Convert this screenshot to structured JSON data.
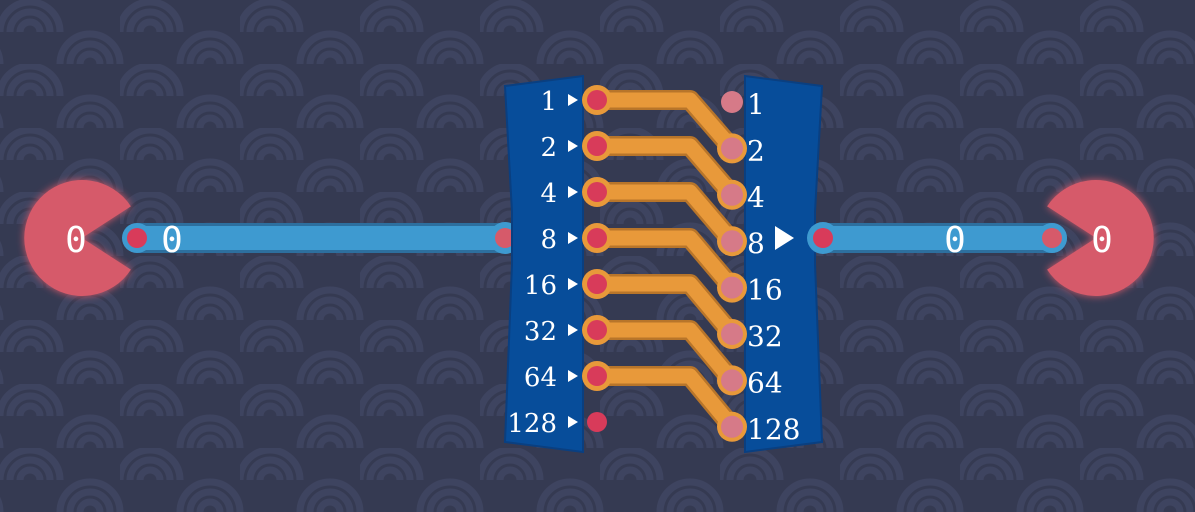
{
  "colors": {
    "background": "#353a52",
    "wave": "#3e4460",
    "wire_blue": "#3e9ad0",
    "wire_orange": "#e8993a",
    "chip_blue": "#074d9a",
    "chip_edge": "#0a3f80",
    "pin_red": "#d83b5a",
    "node_red": "#d65a6a"
  },
  "input_node": {
    "value": "0",
    "icon": "pacman-io-icon"
  },
  "input_wire_label": "0",
  "output_wire_label": "0",
  "output_node": {
    "value": "0",
    "icon": "pacman-io-icon"
  },
  "splitter": {
    "bits": [
      {
        "label": "1",
        "arrow": "right-triangle-icon"
      },
      {
        "label": "2",
        "arrow": "right-triangle-icon"
      },
      {
        "label": "4",
        "arrow": "right-triangle-icon"
      },
      {
        "label": "8",
        "arrow": "right-triangle-icon"
      },
      {
        "label": "16",
        "arrow": "right-triangle-icon"
      },
      {
        "label": "32",
        "arrow": "right-triangle-icon"
      },
      {
        "label": "64",
        "arrow": "right-triangle-icon"
      },
      {
        "label": "128",
        "arrow": "right-triangle-icon"
      }
    ]
  },
  "maker": {
    "bits": [
      {
        "label": "1"
      },
      {
        "label": "2"
      },
      {
        "label": "4"
      },
      {
        "label": "8"
      },
      {
        "label": "16"
      },
      {
        "label": "32"
      },
      {
        "label": "64"
      },
      {
        "label": "128"
      }
    ],
    "output_arrow": "play-arrow-icon"
  }
}
